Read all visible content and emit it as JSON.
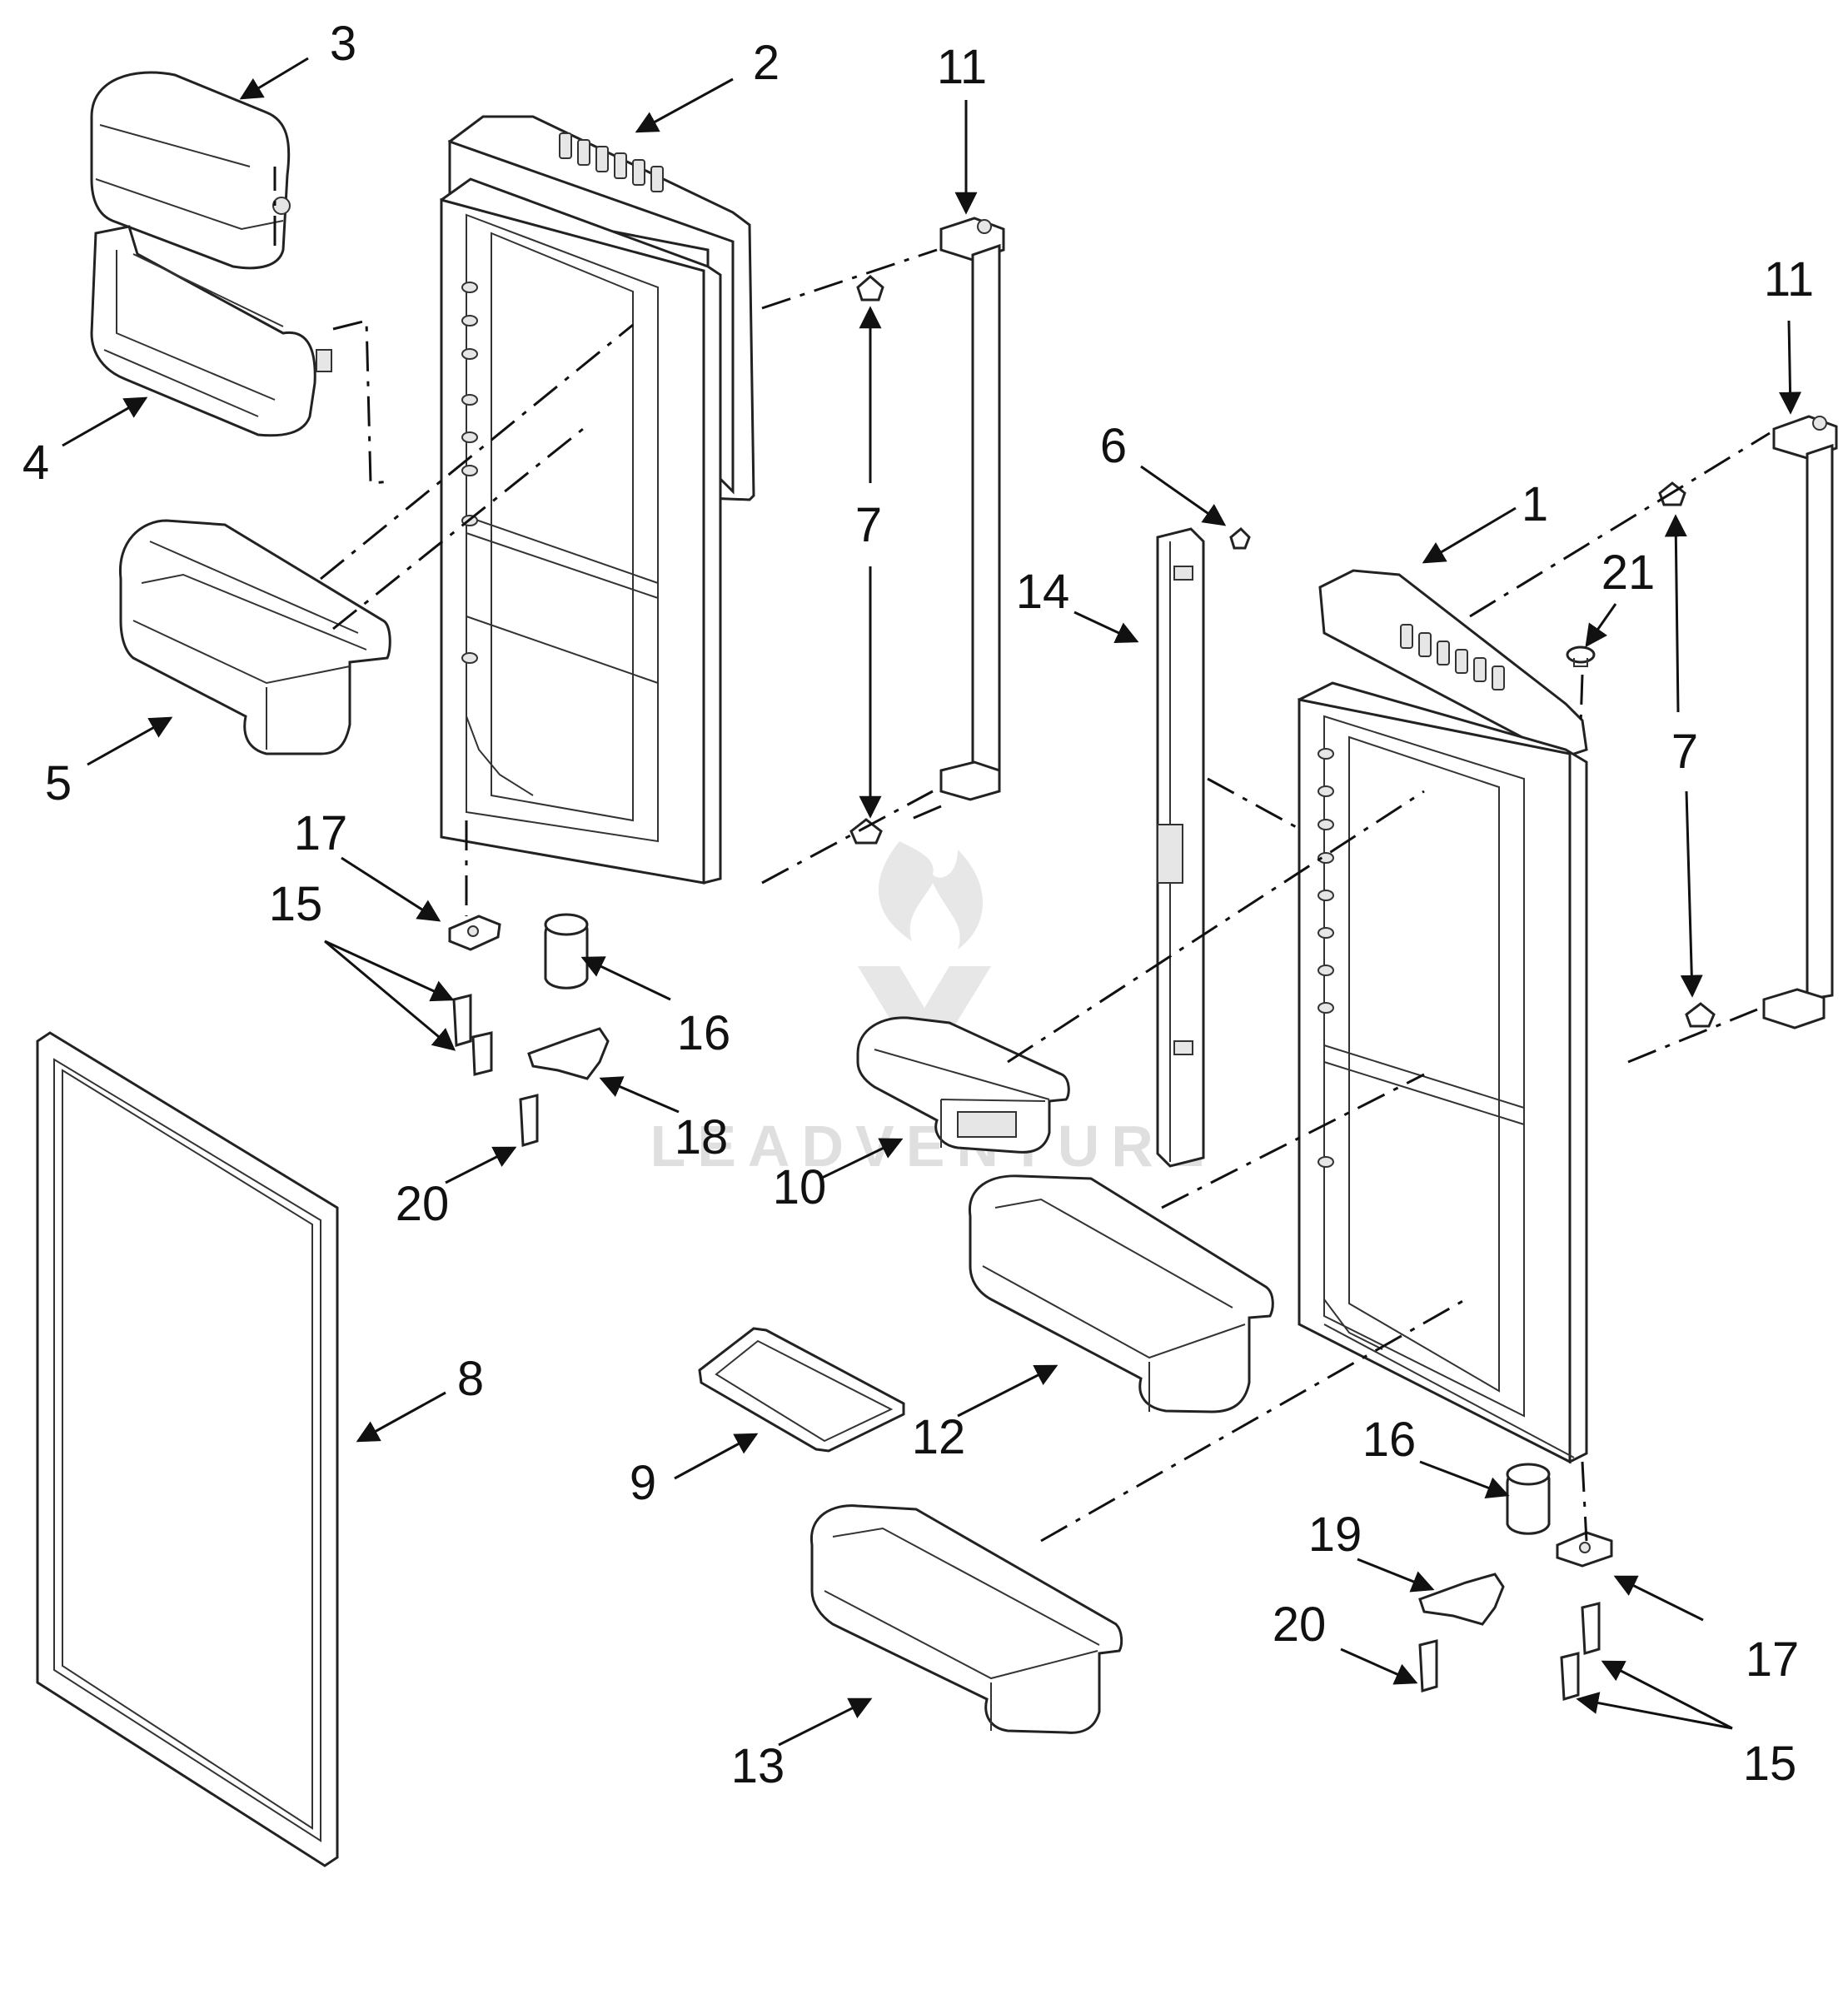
{
  "diagram": {
    "labels": {
      "door_right": "1",
      "door_left": "2",
      "dispenser_cover": "3",
      "dispenser_bin": "4",
      "bin_upper_left": "5",
      "screw_6": "6",
      "plug": "7",
      "gasket": "8",
      "bin_cover": "9",
      "bin_small": "10",
      "handle": "11",
      "bin_large": "12",
      "bin_bottom": "13",
      "mullion": "14",
      "screw_15": "15",
      "door_closer_cam": "16",
      "hinge_bracket": "17",
      "closer_left": "18",
      "closer_right": "19",
      "screw_20": "20",
      "plug_21": "21"
    },
    "watermark": "LEADVENTURE",
    "colors": {
      "line": "#222222",
      "watermark": "#dcdcdc",
      "shade": "#e6e6e6"
    }
  }
}
